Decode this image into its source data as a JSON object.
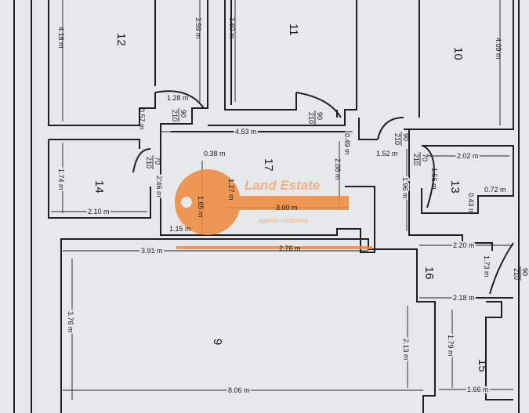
{
  "rooms": [
    "12",
    "11",
    "10",
    "17",
    "13",
    "14",
    "16",
    "9",
    "15"
  ],
  "dims": [
    "4.18 m",
    "3.59 m",
    "3.60 m",
    "4.09 m",
    "1.28 m",
    "0.57 m",
    "4.53 m",
    "0.49 m",
    "1.52 m",
    "2.02 m",
    "0.38 m",
    "2.08 m",
    "1.56 m",
    "1.96 m",
    "0.43 m",
    "0.72 m",
    "1.74 m",
    "2.46 m",
    "1.27 m",
    "1.65 m",
    "3.00 m",
    "2.10 m",
    "1.15 m",
    "3.91 m",
    "2.76 m",
    "2.20 m",
    "1.73 m",
    "2.18 m",
    "3.76 m",
    "2.13 m",
    "1.79 m",
    "8.06 m",
    "1.66 m"
  ],
  "doors": [
    {
      "width": "90",
      "height": "210"
    },
    {
      "width": "90",
      "height": "210"
    },
    {
      "width": "90",
      "height": "210"
    },
    {
      "width": "70",
      "height": "210"
    },
    {
      "width": "70",
      "height": "210"
    },
    {
      "width": "90",
      "height": "210"
    }
  ],
  "watermark": {
    "brand": "Land Estate",
    "tagline": "agentie imobiliara",
    "color": "#f08a3c"
  },
  "colors": {
    "paper": "#e6e8ea",
    "walls": "#1e1f22"
  }
}
